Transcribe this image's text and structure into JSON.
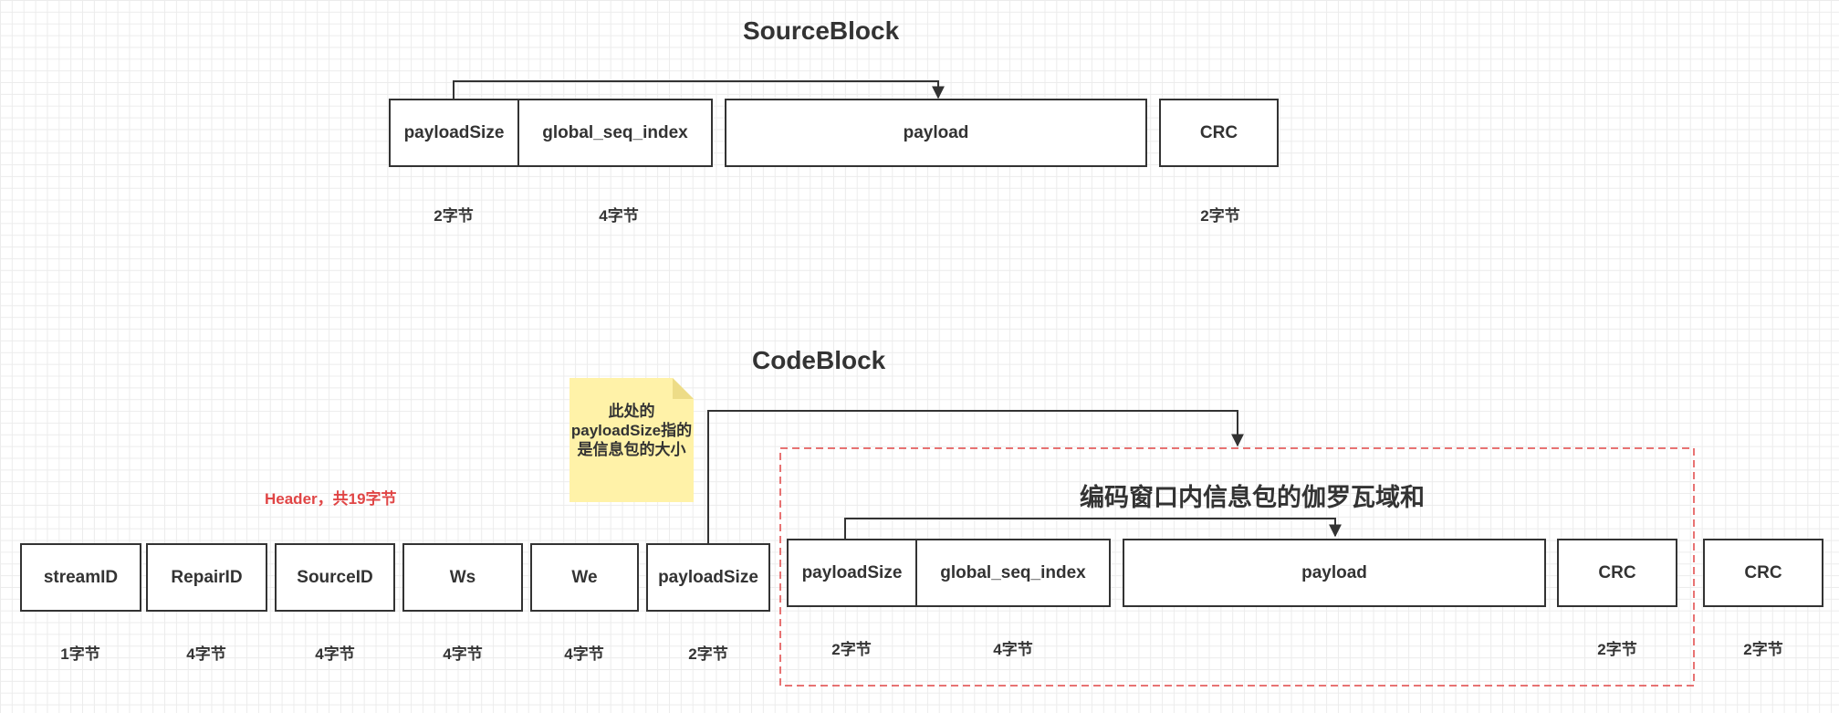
{
  "source_block": {
    "title": "SourceBlock",
    "fields": [
      {
        "label": "payloadSize",
        "size": "2字节"
      },
      {
        "label": "global_seq_index",
        "size": "4字节"
      },
      {
        "label": "payload",
        "size": ""
      },
      {
        "label": "CRC",
        "size": "2字节"
      }
    ]
  },
  "code_block": {
    "title": "CodeBlock",
    "note": "此处的payloadSize指的是信息包的大小",
    "header_label": "Header，共19字节",
    "header_fields": [
      {
        "label": "streamID",
        "size": "1字节"
      },
      {
        "label": "RepairID",
        "size": "4字节"
      },
      {
        "label": "SourceID",
        "size": "4字节"
      },
      {
        "label": "Ws",
        "size": "4字节"
      },
      {
        "label": "We",
        "size": "4字节"
      },
      {
        "label": "payloadSize",
        "size": "2字节"
      }
    ],
    "galois_title": "编码窗口内信息包的伽罗瓦域和",
    "inner_fields": [
      {
        "label": "payloadSize",
        "size": "2字节"
      },
      {
        "label": "global_seq_index",
        "size": "4字节"
      },
      {
        "label": "payload",
        "size": ""
      },
      {
        "label": "CRC",
        "size": "2字节"
      }
    ],
    "trailing_field": {
      "label": "CRC",
      "size": "2字节"
    }
  },
  "colors": {
    "stroke": "#333333",
    "header_text": "#e04545",
    "dashed_border": "#e04545",
    "note_fill": "#fff2a8",
    "note_fold": "#eddc87",
    "grid": "#ececec"
  }
}
